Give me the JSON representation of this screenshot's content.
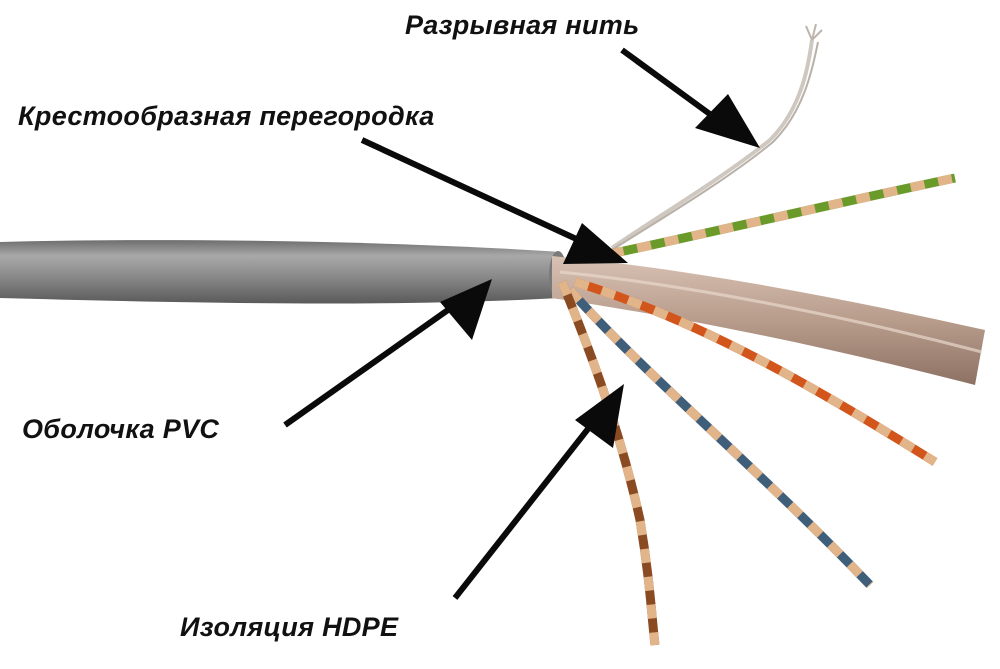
{
  "labels": {
    "rip_thread": "Разрывная нить",
    "cross_separator": "Крестообразная перегородка",
    "jacket": "Оболочка PVC",
    "insulation": "Изоляция HDPE"
  },
  "colors": {
    "jacket": "#8a8a8a",
    "separator": "#b59a88",
    "pair_green": "#6a9a2a",
    "pair_orange": "#d2561c",
    "pair_blue": "#3f5e7a",
    "pair_brown": "#8a4a22",
    "pair_white_stripe": "#e2b48a",
    "rip_thread": "#d8d2cc",
    "arrow": "#0a0a0a"
  }
}
